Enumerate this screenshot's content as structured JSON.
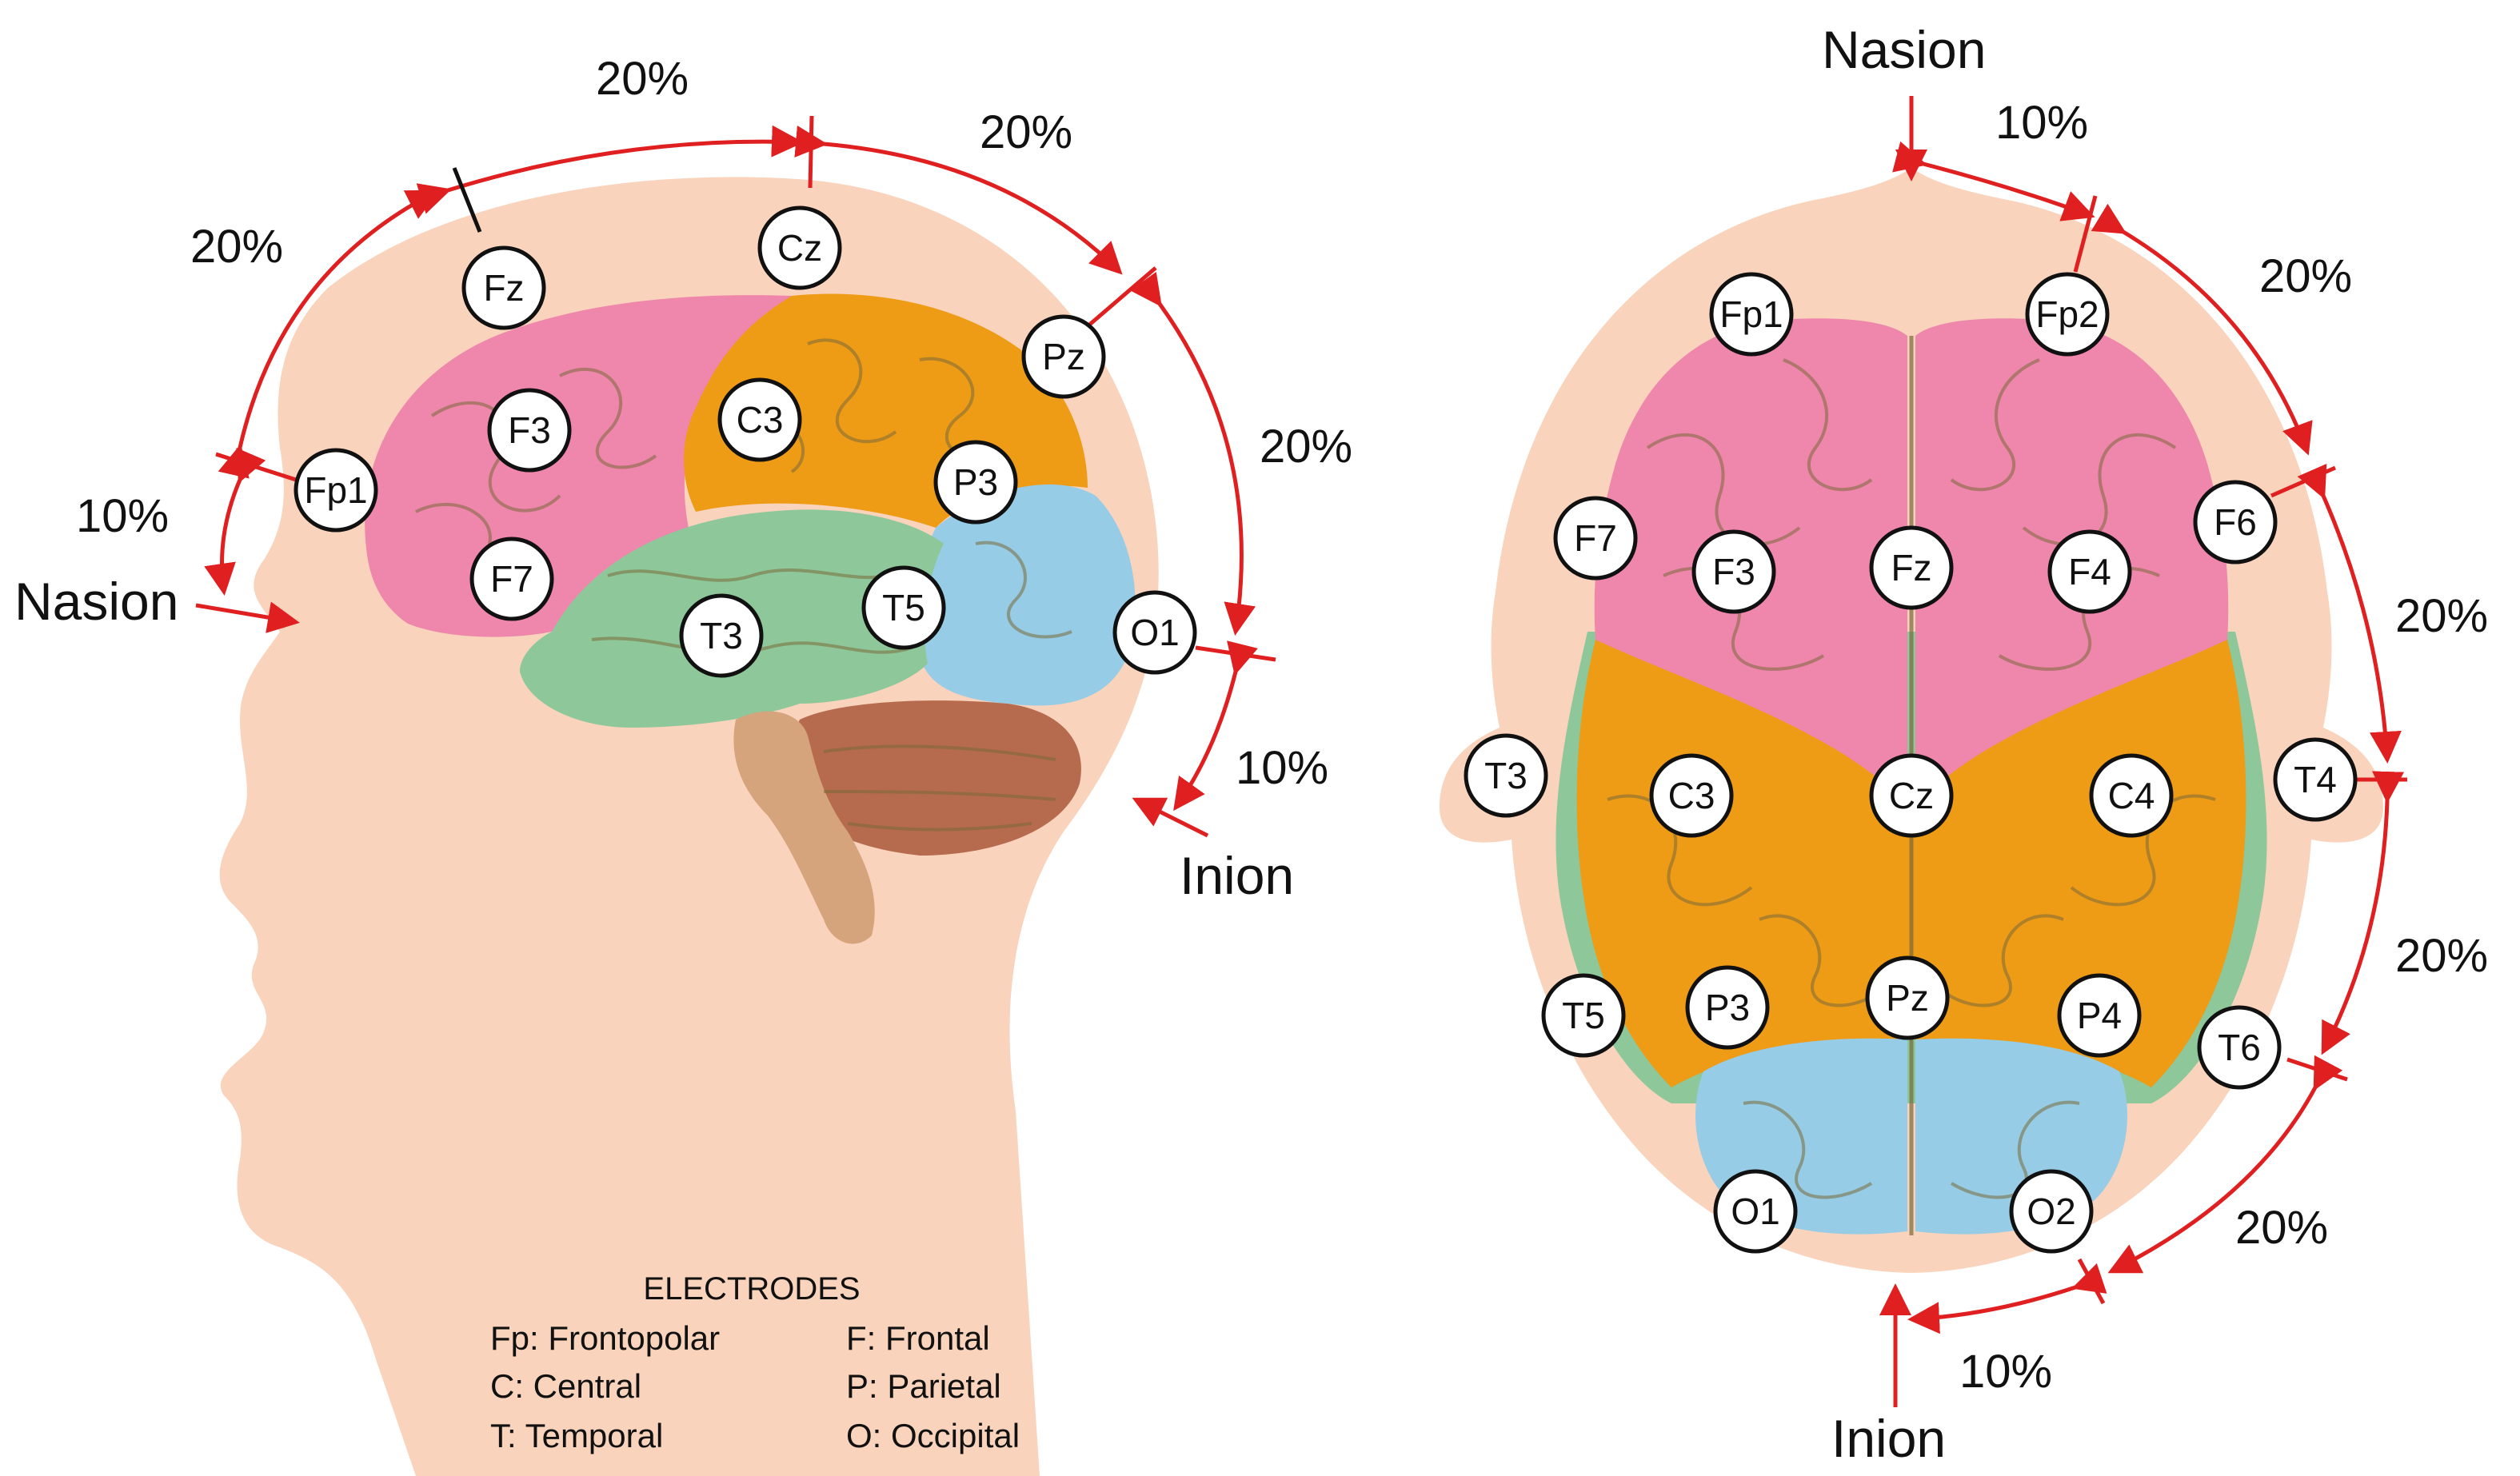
{
  "colors": {
    "skin": "#f9d3bc",
    "frontal": "#ef86ab",
    "parietal_central": "#ee9b16",
    "temporal": "#8ec79a",
    "occipital": "#96cce5",
    "cerebellum": "#b66b4f",
    "brainstem": "#d5a47c",
    "arrows": "#e02020"
  },
  "side_view": {
    "landmarks": {
      "nasion": "Nasion",
      "inion": "Inion"
    },
    "percentages": {
      "fz_cz": "20%",
      "cz_pz": "20%",
      "fp1_fz": "20%",
      "nasion_fp1": "10%",
      "pz_o1": "20%",
      "o1_inion": "10%"
    },
    "electrodes": [
      "Fz",
      "Cz",
      "Pz",
      "Fp1",
      "F3",
      "C3",
      "P3",
      "F7",
      "T3",
      "T5",
      "O1"
    ]
  },
  "top_view": {
    "landmarks": {
      "nasion": "Nasion",
      "inion": "Inion"
    },
    "percentages": {
      "nasion_fp2": "10%",
      "fp2_f6": "20%",
      "f6_t4": "20%",
      "t4_t6": "20%",
      "t6_o2": "20%",
      "o2_inion": "10%"
    },
    "electrodes": [
      "Fp1",
      "Fp2",
      "F7",
      "F3",
      "Fz",
      "F4",
      "F6",
      "T3",
      "C3",
      "Cz",
      "C4",
      "T4",
      "T5",
      "P3",
      "Pz",
      "P4",
      "T6",
      "O1",
      "O2"
    ]
  },
  "legend": {
    "title": "ELECTRODES",
    "items": [
      "Fp: Frontopolar",
      "F: Frontal",
      "C: Central",
      "P: Parietal",
      "T: Temporal",
      "O: Occipital"
    ]
  }
}
